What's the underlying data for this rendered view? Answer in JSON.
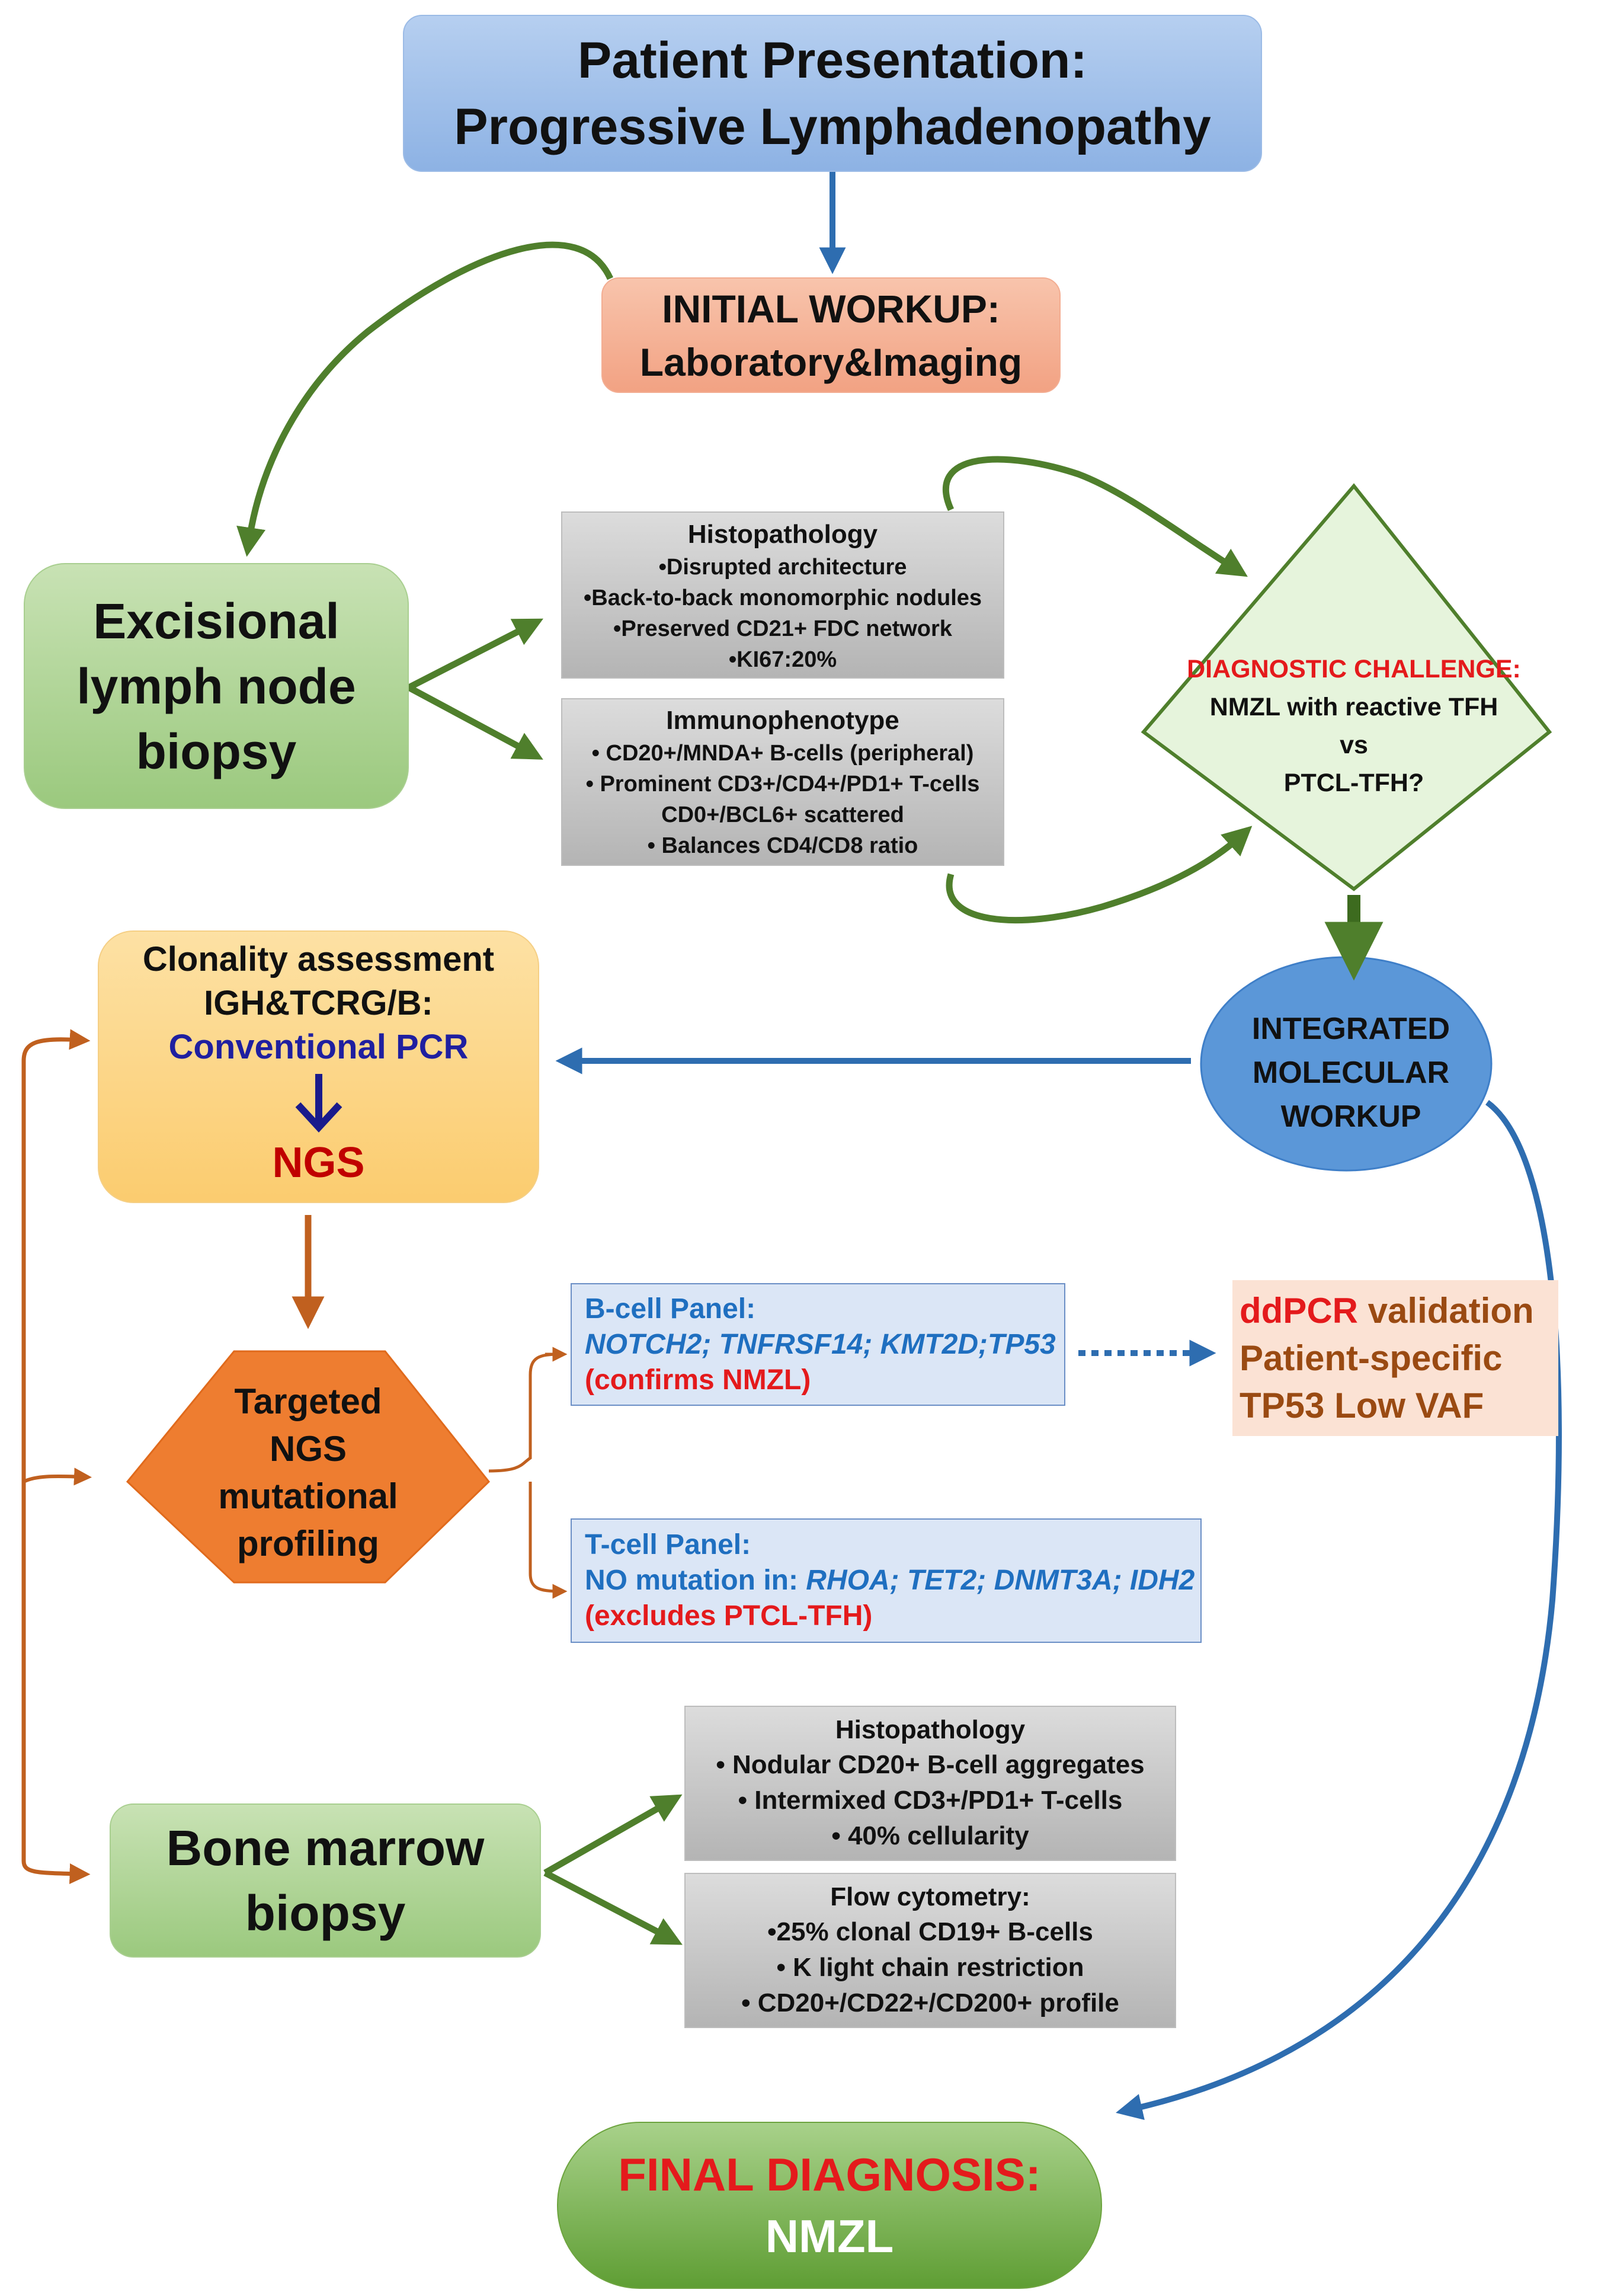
{
  "presentation": {
    "line1": "Patient Presentation:",
    "line2": "Progressive Lymphadenopathy"
  },
  "initial_workup": {
    "line1": "INITIAL WORKUP:",
    "line2": "Laboratory&Imaging"
  },
  "excisional": {
    "line1": "Excisional",
    "line2": "lymph node",
    "line3": "biopsy"
  },
  "histopathology_1": {
    "title": "Histopathology",
    "items": [
      "•Disrupted architecture",
      "•Back-to-back monomorphic nodules",
      "•Preserved CD21+ FDC network",
      "•KI67:20%"
    ]
  },
  "immunophenotype": {
    "title": "Immunophenotype",
    "items": [
      "•  CD20+/MNDA+ B-cells (peripheral)",
      "•  Prominent CD3+/CD4+/PD1+ T-cells",
      "CD0+/BCL6+ scattered",
      "•  Balances CD4/CD8 ratio"
    ]
  },
  "challenge": {
    "line1": "DIAGNOSTIC CHALLENGE:",
    "line2": "NMZL with reactive TFH",
    "line3": "vs",
    "line4": "PTCL-TFH?"
  },
  "integrated": {
    "line1": "INTEGRATED",
    "line2": "MOLECULAR",
    "line3": "WORKUP"
  },
  "clonality": {
    "line1": "Clonality assessment",
    "line2": "IGH&TCRG/B:",
    "line3": "Conventional PCR",
    "line4": "NGS"
  },
  "targeted_ngs": {
    "line1": "Targeted",
    "line2": "NGS",
    "line3": "mutational",
    "line4": "profiling"
  },
  "b_panel": {
    "title": "B-cell Panel:",
    "genes": "NOTCH2; TNFRSF14; KMT2D;TP53",
    "note": "(confirms NMZL)"
  },
  "t_panel": {
    "title": "T-cell Panel:",
    "prefix": "NO mutation in: ",
    "genes": "RHOA; TET2; DNMT3A; IDH2",
    "note": "(excludes PTCL-TFH)"
  },
  "ddpcr": {
    "line1a": "ddPCR",
    "line1b": " validation",
    "line2": "Patient-specific",
    "line3": "TP53 Low VAF"
  },
  "bone_marrow": {
    "line1": "Bone marrow",
    "line2": "biopsy"
  },
  "histopathology_2": {
    "title": "Histopathology",
    "items": [
      "•  Nodular CD20+ B-cell aggregates",
      "•  Intermixed CD3+/PD1+ T-cells",
      "•  40% cellularity"
    ]
  },
  "flow": {
    "title": "Flow cytometry:",
    "items": [
      "•25% clonal CD19+ B-cells",
      "•  K light chain restriction",
      "•  CD20+/CD22+/CD200+ profile"
    ]
  },
  "final": {
    "line1": "FINAL DIAGNOSIS:",
    "line2": "NMZL"
  },
  "colors": {
    "blue_arrow": "#2e6db0",
    "green_arrow": "#4f7f2c",
    "orange_arrow": "#c0601f",
    "navy_arrow": "#1a1a8c"
  }
}
